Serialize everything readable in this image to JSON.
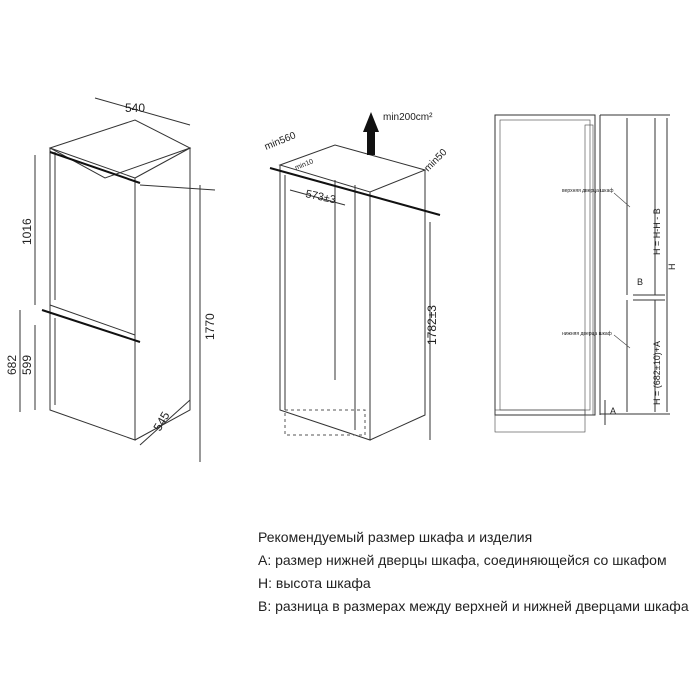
{
  "fridge": {
    "width": "540",
    "upper_height": "1016",
    "total_height": "1770",
    "lower_full": "682",
    "lower_door": "599",
    "depth": "545"
  },
  "cabinet": {
    "min_depth": "min560",
    "min_gap": "min10",
    "vent": "min200cm²",
    "min_top": "min50",
    "inner_width": "573±3",
    "inner_height": "1782±3"
  },
  "side": {
    "upper_door_label": "верхняя дверца шкаф",
    "lower_door_label": "нижняя дверца шкаф",
    "upper_formula": "H = H-H - B",
    "lower_formula": "H = (682±10)+A",
    "h_label": "H",
    "b_label": "B",
    "a_label": "A"
  },
  "legend": {
    "title": "Рекомендуемый размер шкафа и изделия",
    "a": "A: размер нижней дверцы шкафа, соединяющейся со шкафом",
    "h": "H: высота шкафа",
    "b": "B: разница в размерах между верхней и нижней дверцами шкафа"
  }
}
